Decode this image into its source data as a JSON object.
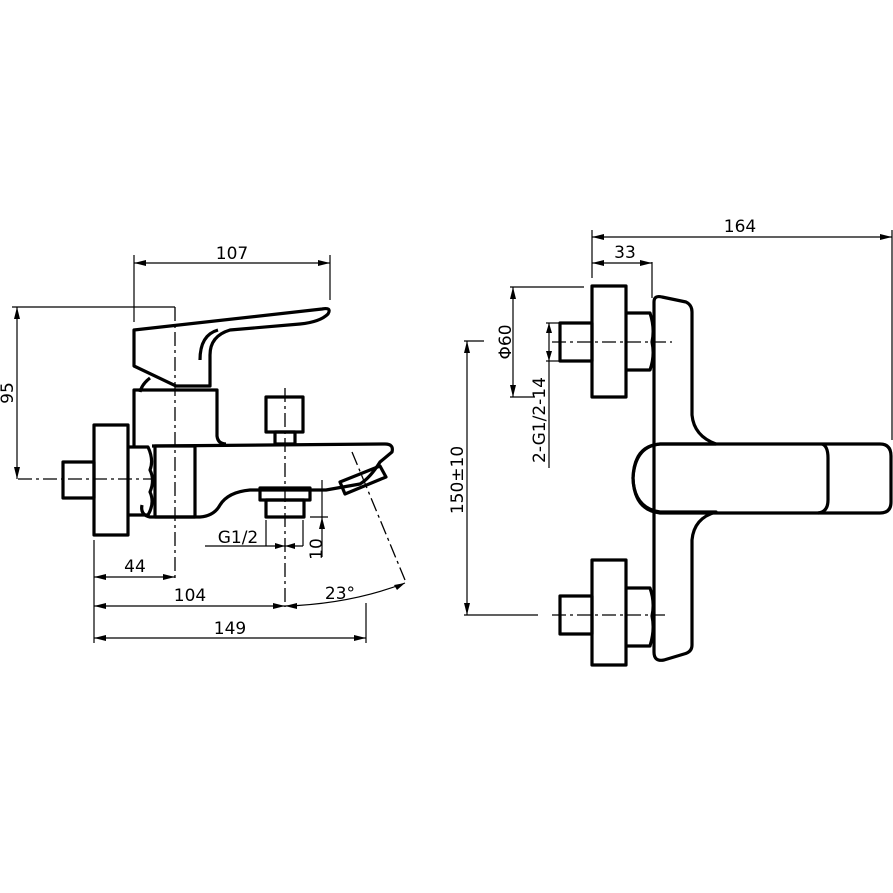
{
  "side_view": {
    "dim_overall_width": "107",
    "dim_height": "95",
    "dim_wall_to_axis": "44",
    "dim_wall_to_outlet": "104",
    "dim_total_projection": "149",
    "thread_label": "G1/2",
    "dim_thread_length": "10",
    "spout_angle": "23°"
  },
  "front_view": {
    "dim_overall_width": "164",
    "dim_flange_offset": "33",
    "flange_diameter": "Φ60",
    "inlet_thread": "2-G1/2-14",
    "inlet_spacing": "150±10"
  }
}
